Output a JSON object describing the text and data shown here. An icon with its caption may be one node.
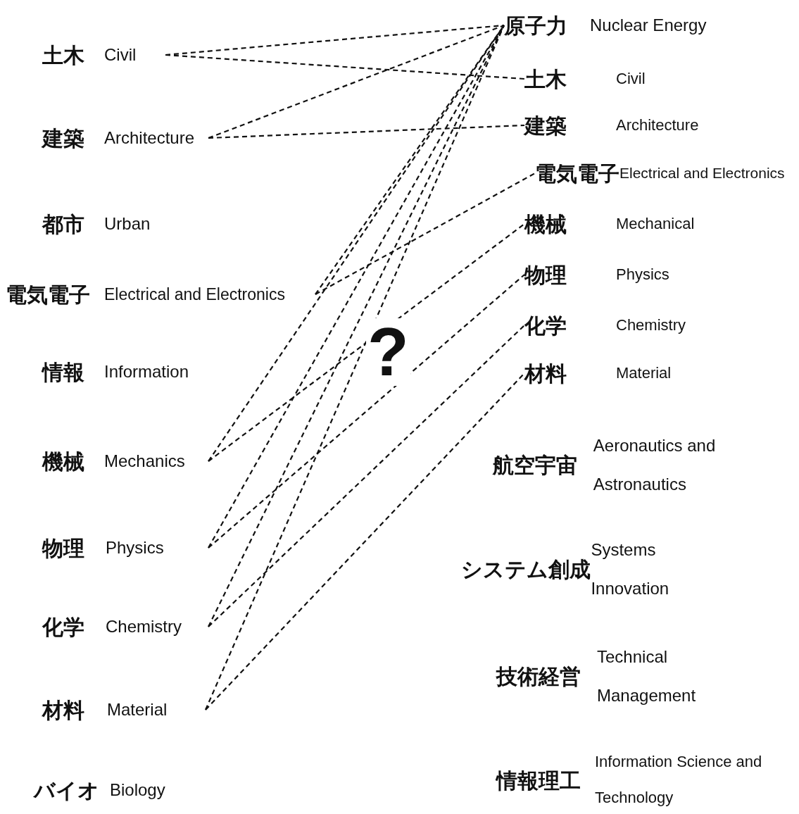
{
  "diagram": {
    "nodes": [
      {
        "text": [
          "土木",
          "Civil"
        ]
      },
      {
        "text": [
          "建築",
          "Architecture"
        ]
      },
      {
        "text": [
          "都市",
          "Urban"
        ]
      },
      {
        "text": [
          "電気電子",
          "Electrical and Electronics"
        ]
      },
      {
        "text": [
          "情報",
          "Information"
        ]
      },
      {
        "text": [
          "機械",
          "Mechanics"
        ]
      },
      {
        "text": [
          "物理",
          "Physics"
        ]
      },
      {
        "text": [
          "化学",
          "Chemistry"
        ]
      },
      {
        "text": [
          "材料",
          "Material"
        ]
      },
      {
        "text": [
          "バイオ",
          "Biology"
        ]
      },
      {
        "text": [
          "原子力",
          "Nuclear Energy"
        ]
      },
      {
        "text": [
          "土木",
          "Civil"
        ]
      },
      {
        "text": [
          "建築",
          "Architecture"
        ]
      },
      {
        "text": [
          "電気電子",
          "Electrical and Electronics"
        ]
      },
      {
        "text": [
          "機械",
          "Mechanical"
        ]
      },
      {
        "text": [
          "物理",
          "Physics"
        ]
      },
      {
        "text": [
          "化学",
          "Chemistry"
        ]
      },
      {
        "text": [
          "材料",
          "Material"
        ]
      },
      {
        "text": [
          "航空宇宙",
          "Aeronautics and Astronautics"
        ]
      },
      {
        "text": [
          "システム創成",
          "Systems Innovation"
        ]
      },
      {
        "text": [
          "技術経営",
          "Technical Management"
        ]
      },
      {
        "text": [
          "情報理工",
          "Information Science and Technology"
        ]
      }
    ],
    "edges": [
      {
        "from": 0,
        "to": 10,
        "arrow": "none",
        "style": "dashed"
      },
      {
        "from": 0,
        "to": 11,
        "arrow": "none",
        "style": "dashed"
      },
      {
        "from": 1,
        "to": 10,
        "arrow": "none",
        "style": "dashed"
      },
      {
        "from": 1,
        "to": 12,
        "arrow": "none",
        "style": "dashed"
      },
      {
        "from": 3,
        "to": 10,
        "arrow": "none",
        "style": "dashed"
      },
      {
        "from": 3,
        "to": 13,
        "arrow": "none",
        "style": "dashed"
      },
      {
        "from": 5,
        "to": 10,
        "arrow": "none",
        "style": "dashed"
      },
      {
        "from": 5,
        "to": 14,
        "arrow": "none",
        "style": "dashed"
      },
      {
        "from": 6,
        "to": 10,
        "arrow": "none",
        "style": "dashed"
      },
      {
        "from": 6,
        "to": 15,
        "arrow": "none",
        "style": "dashed"
      },
      {
        "from": 7,
        "to": 10,
        "arrow": "none",
        "style": "dashed"
      },
      {
        "from": 7,
        "to": 16,
        "arrow": "none",
        "style": "dashed"
      },
      {
        "from": 8,
        "to": 10,
        "arrow": "none",
        "style": "dashed"
      },
      {
        "from": 8,
        "to": 17,
        "arrow": "none",
        "style": "dashed"
      }
    ],
    "labels": [
      "?"
    ]
  }
}
